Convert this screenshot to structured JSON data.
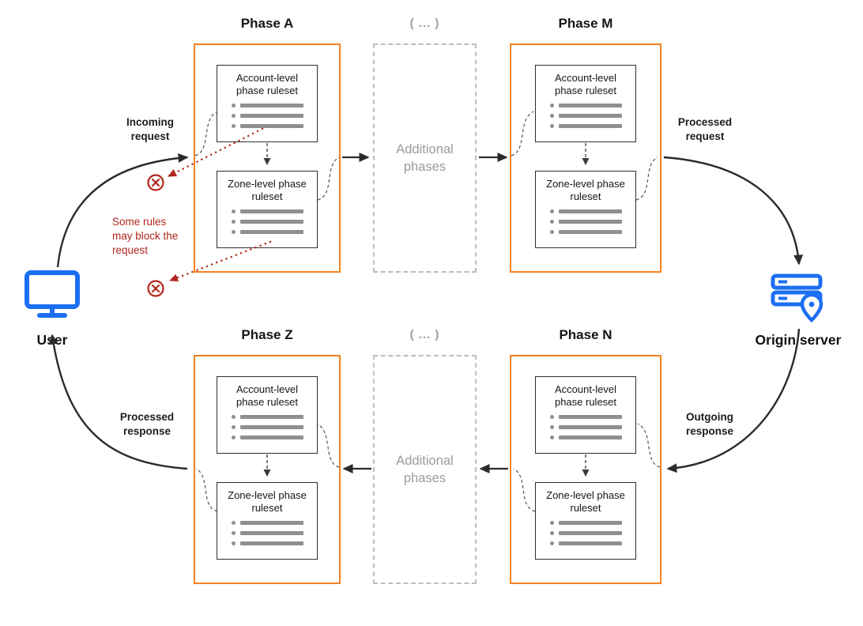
{
  "diagram": {
    "phases": [
      {
        "key": "A",
        "title": "Phase A"
      },
      {
        "key": "M",
        "title": "Phase M"
      },
      {
        "key": "Z",
        "title": "Phase Z"
      },
      {
        "key": "N",
        "title": "Phase N"
      }
    ],
    "ruleset_labels": {
      "account": "Account-level phase ruleset",
      "zone": "Zone-level phase ruleset"
    },
    "additional_phases": {
      "ellipsis": "( ... )",
      "label": "Additional phases"
    },
    "actors": {
      "user": "User",
      "origin_server": "Origin server"
    },
    "flow_labels": {
      "incoming_request": "Incoming request",
      "processed_request": "Processed request",
      "outgoing_response": "Outgoing response",
      "processed_response": "Processed response",
      "block_note": "Some rules may block the request"
    },
    "colors": {
      "phase_border_orange": "#f6821f",
      "actor_blue": "#1d6ff2",
      "alert_red": "#b0271c",
      "muted_gray": "#9b9b9b",
      "rule_bar_gray": "#8f8f8f",
      "arrow_black": "#2b2b2b"
    }
  }
}
